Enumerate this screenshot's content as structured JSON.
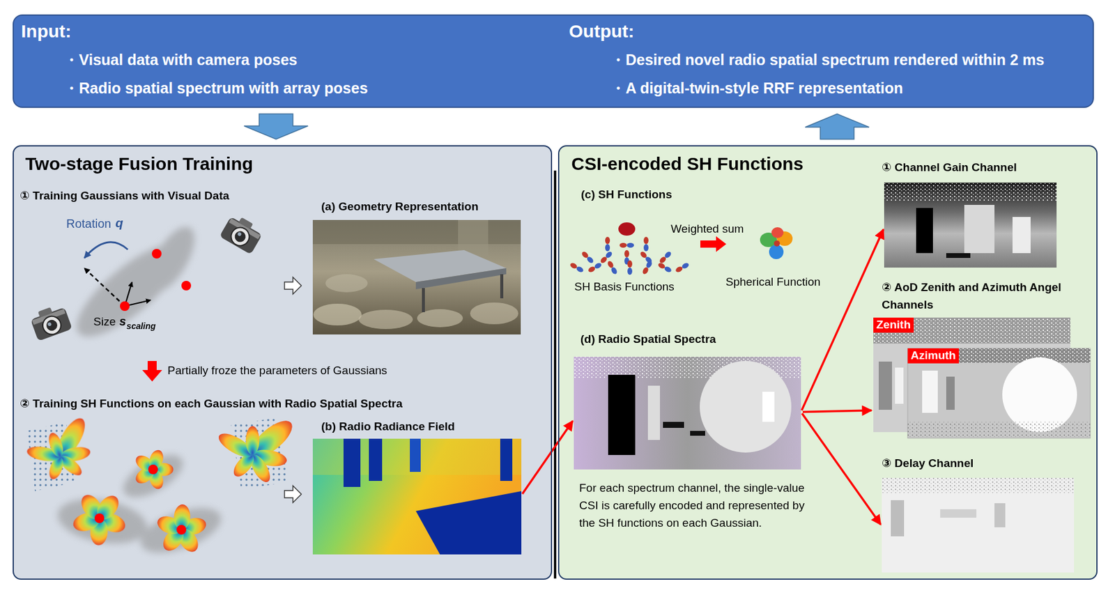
{
  "diagram": {
    "nodes": [
      {
        "text": [
          "Input:",
          "・Visual data with camera poses",
          "・Radio spatial spectrum with array poses",
          "Output:",
          "・Desired novel radio spatial spectrum rendered within 2 ms",
          "・A digital-twin-style RRF representation"
        ]
      },
      {
        "text": [
          "Two-stage Fusion Training"
        ]
      },
      {
        "text": [
          "(a) Geometry Representation"
        ],
        "in": 1
      },
      {
        "text": [
          "(b) Radio Radiance Field"
        ],
        "in": 1
      },
      {
        "text": [
          "CSI-encoded SH Functions"
        ]
      },
      {
        "text": [
          "(d) Radio Spatial Spectra"
        ],
        "in": 4
      },
      {
        "text": [
          "① Channel Gain Channel"
        ],
        "in": 4
      },
      {
        "text": [
          "Zenith"
        ],
        "in": 4
      },
      {
        "text": [
          "Azimuth"
        ],
        "in": 4
      },
      {
        "text": [
          "③ Delay Channel"
        ],
        "in": 4
      }
    ],
    "edges": [
      {
        "from": 0,
        "to": 1,
        "arrow": "to"
      },
      {
        "from": 4,
        "to": 0,
        "arrow": "to"
      },
      {
        "from": 3,
        "to": 5,
        "arrow": "to"
      },
      {
        "from": 5,
        "to": 6,
        "arrow": "to"
      },
      {
        "from": 5,
        "to": 7,
        "arrow": "to"
      },
      {
        "from": 5,
        "to": 9,
        "arrow": "to"
      }
    ],
    "labels": [
      "① Training Gaussians with Visual Data",
      "Rotation",
      "q",
      "Size",
      "s",
      "scaling",
      "Partially froze the parameters of Gaussians",
      "② Training SH Functions on each Gaussian with Radio Spatial Spectra",
      "(c) SH Functions",
      "Weighted sum",
      "SH Basis Functions",
      "Spherical Function",
      "For each spectrum channel, the single-value CSI is carefully encoded and represented by the SH functions on each Gaussian.",
      "② AoD Zenith and Azimuth Angel Channels"
    ]
  }
}
